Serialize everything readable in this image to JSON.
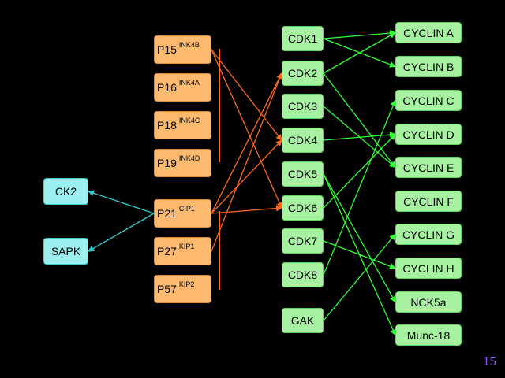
{
  "colors": {
    "background": "#000000",
    "inhibitor_fill": "#FDBA6F",
    "cdk_fill": "#A7F2A0",
    "kinase_fill": "#9BEFEF",
    "inhibition_line": "#FF6A1A",
    "activation_line": "#33FF33",
    "phospho_line": "#33CCCC",
    "page_number": "#8E56FF"
  },
  "inhibitors": [
    {
      "name": "P15",
      "superscript": "INK4B"
    },
    {
      "name": "P16",
      "superscript": "INK4A"
    },
    {
      "name": "P18",
      "superscript": "INK4C"
    },
    {
      "name": "P19",
      "superscript": "INK4D"
    },
    {
      "name": "P21",
      "superscript": "CIP1"
    },
    {
      "name": "P27",
      "superscript": "KIP1"
    },
    {
      "name": "P57",
      "superscript": "KIP2"
    }
  ],
  "kinases": [
    "CK2",
    "SAPK"
  ],
  "cdks": [
    "CDK1",
    "CDK2",
    "CDK3",
    "CDK4",
    "CDK5",
    "CDK6",
    "CDK7",
    "CDK8",
    "GAK"
  ],
  "partners": [
    "CYCLIN A",
    "CYCLIN B",
    "CYCLIN C",
    "CYCLIN D",
    "CYCLIN E",
    "CYCLIN F",
    "CYCLIN G",
    "CYCLIN H",
    "NCK5a",
    "Munc-18"
  ],
  "edges": {
    "inhibition": [
      [
        "inh-0",
        "cdk-3"
      ],
      [
        "inh-0",
        "cdk-5"
      ],
      [
        "inh-4",
        "cdk-1"
      ],
      [
        "inh-4",
        "cdk-3"
      ],
      [
        "inh-4",
        "cdk-5"
      ],
      [
        "inh-5",
        "cdk-1"
      ]
    ],
    "activation": [
      [
        "cdk-0",
        "cyc-0"
      ],
      [
        "cdk-0",
        "cyc-1"
      ],
      [
        "cdk-1",
        "cyc-0"
      ],
      [
        "cdk-1",
        "cyc-4"
      ],
      [
        "cdk-2",
        "cyc-4"
      ],
      [
        "cdk-3",
        "cyc-3"
      ],
      [
        "cdk-4",
        "cyc-8"
      ],
      [
        "cdk-4",
        "cyc-9"
      ],
      [
        "cdk-5",
        "cyc-3"
      ],
      [
        "cdk-6",
        "cyc-7"
      ],
      [
        "cdk-7",
        "cyc-2"
      ],
      [
        "cdk-8",
        "cyc-6"
      ]
    ],
    "phosphorylation": [
      [
        "inh-4",
        "kin-0"
      ],
      [
        "inh-4",
        "kin-1"
      ]
    ]
  },
  "page_number": "15"
}
